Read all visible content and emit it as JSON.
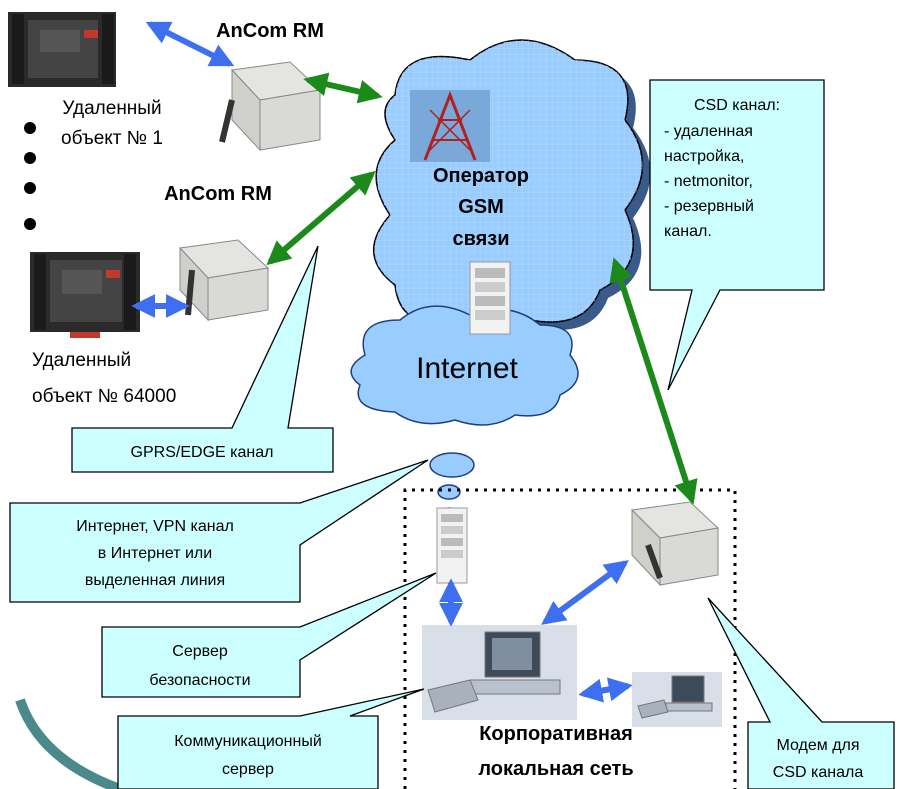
{
  "labels": {
    "ancom_top": "AnCom RM",
    "ancom_mid": "AnCom RM",
    "remote1_line1": "Удаленный",
    "remote1_line2": "объект № 1",
    "remote64_line1": "Удаленный",
    "remote64_line2": "объект № 64000",
    "gsm_line1": "Оператор",
    "gsm_line2": "GSM",
    "gsm_line3": "связи",
    "internet": "Internet",
    "corp_line1": "Корпоративная",
    "corp_line2": "локальная сеть"
  },
  "callouts": {
    "csd": [
      "CSD канал:",
      "- удаленная",
      "настройка,",
      "- netmonitor,",
      "- резервный",
      "канал."
    ],
    "gprs": "GPRS/EDGE канал",
    "internet_vpn": [
      "Интернет, VPN канал",
      "в Интернет или",
      "выделенная линия"
    ],
    "security_server": [
      "Сервер",
      "безопасности"
    ],
    "comm_server": [
      "Коммуникационный",
      "сервер"
    ],
    "modem": [
      "Модем для",
      "CSD канала"
    ]
  },
  "colors": {
    "green_link": "#1b8a1b",
    "blue_link": "#3e6ff0",
    "callout_fill": "#ccffff",
    "cloud_fill": "#99ccff"
  }
}
